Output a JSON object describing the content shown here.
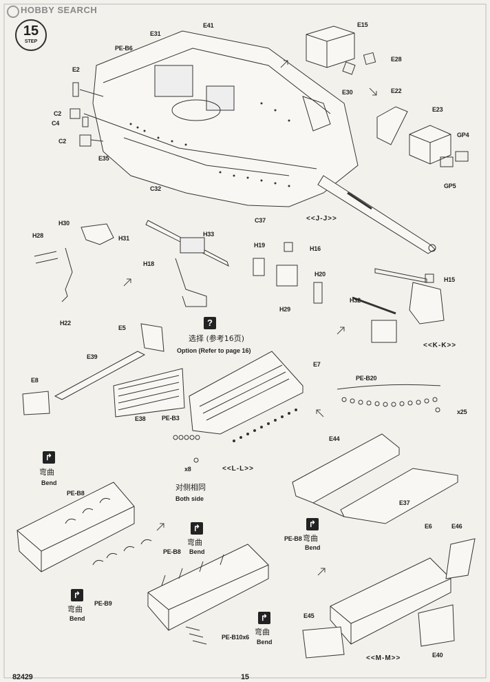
{
  "header": {
    "watermark": "HOBBY SEARCH",
    "step_number": "15",
    "step_word": "STEP"
  },
  "labels": {
    "pe_b6": "PE-B6",
    "e31": "E31",
    "e41": "E41",
    "e15": "E15",
    "e28": "E28",
    "e30": "E30",
    "e2": "E2",
    "c2a": "C2",
    "c4": "C4",
    "c2b": "C2",
    "e35": "E35",
    "c32": "C32",
    "c37": "C37",
    "jj": "<<J-J>>",
    "e22": "E22",
    "e23": "E23",
    "gp4": "GP4",
    "gp5": "GP5",
    "h28": "H28",
    "h30": "H30",
    "h31": "H31",
    "h22": "H22",
    "h33": "H33",
    "h18": "H18",
    "h19": "H19",
    "h16": "H16",
    "h20": "H20",
    "h29": "H29",
    "h15": "H15",
    "h32": "H32",
    "kk": "<<K-K>>",
    "e5": "E5",
    "e39": "E39",
    "e8": "E8",
    "e38": "E38",
    "e7": "E7",
    "option_cn": "选择 (参考16页)",
    "option_en": "Option (Refer to page 16)",
    "pe_b20": "PE-B20",
    "x25": "x25",
    "pe_b3": "PE-B3",
    "x8": "x8",
    "ll": "<<L-L>>",
    "e44": "E44",
    "e37": "E37",
    "e6": "E6",
    "both_cn": "对侧相同",
    "both_en": "Both side",
    "bend_cn": "弯曲",
    "bend_en": "Bend",
    "pe_b8": "PE-B8",
    "pe_b9": "PE-B9",
    "pe_b10": "PE-B10x6",
    "e46": "E46",
    "e45": "E45",
    "e40": "E40",
    "mm": "<<M-M>>"
  },
  "footer": {
    "catalog_no": "82429",
    "page_no": "15"
  }
}
